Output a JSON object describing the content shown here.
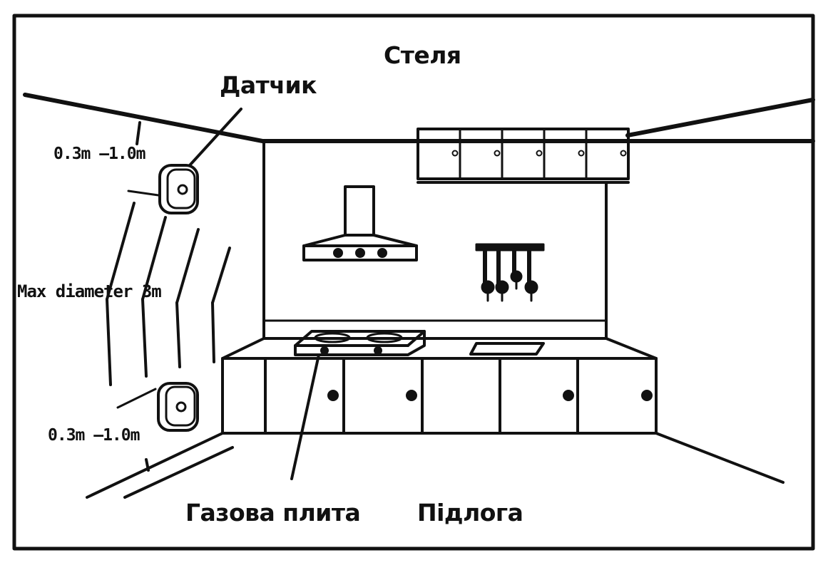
{
  "labels": {
    "ceiling": "Стеля",
    "sensor": "Датчик",
    "distance_top": "0.3m —1.0m",
    "max_diameter": "Max diameter 3m",
    "distance_bottom": "0.3m —1.0m",
    "gas_stove": "Газова плита",
    "floor": "Підлога"
  },
  "colors": {
    "ink": "#111111",
    "background": "#ffffff"
  }
}
